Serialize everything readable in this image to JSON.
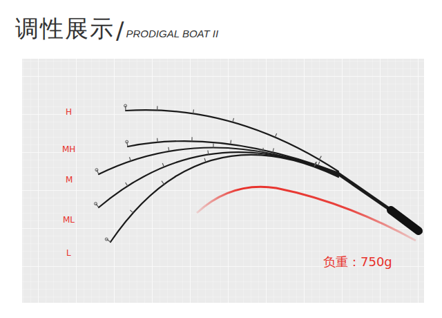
{
  "diagram": {
    "title": "调性展示",
    "labels": [
      "/",
      "PRODIGAL BOAT II",
      "H",
      "MH",
      "M",
      "ML",
      "L",
      "负重：750g"
    ]
  }
}
